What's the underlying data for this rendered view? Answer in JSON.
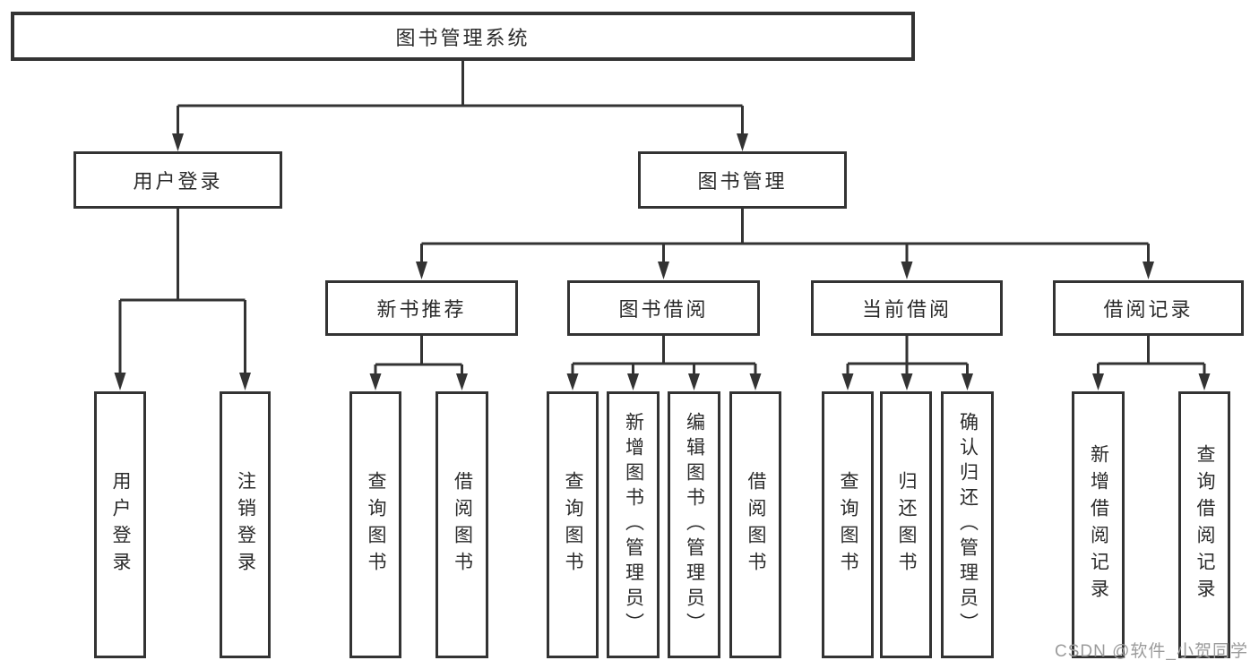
{
  "diagram": {
    "root": {
      "label": "图书管理系统"
    },
    "level2": {
      "user_login": {
        "label": "用户登录"
      },
      "book_mgmt": {
        "label": "图书管理"
      }
    },
    "level3": {
      "new_books": {
        "label": "新书推荐"
      },
      "borrow": {
        "label": "图书借阅"
      },
      "current": {
        "label": "当前借阅"
      },
      "records": {
        "label": "借阅记录"
      }
    },
    "leaves": {
      "user_login": [
        "用户登录",
        "注销登录"
      ],
      "new_books": [
        "查询图书",
        "借阅图书"
      ],
      "borrow": [
        "查询图书",
        "新增图书（管理员）",
        "编辑图书（管理员）",
        "借阅图书"
      ],
      "current": [
        "查询图书",
        "归还图书",
        "确认归还（管理员）"
      ],
      "records": [
        "新增借阅记录",
        "查询借阅记录"
      ]
    }
  },
  "watermark": {
    "text": "CSDN @软件_小贺同学"
  },
  "colors": {
    "line": "#333333",
    "text": "#2b2b2b",
    "watermark": "#9b9b9b",
    "background": "#ffffff"
  }
}
